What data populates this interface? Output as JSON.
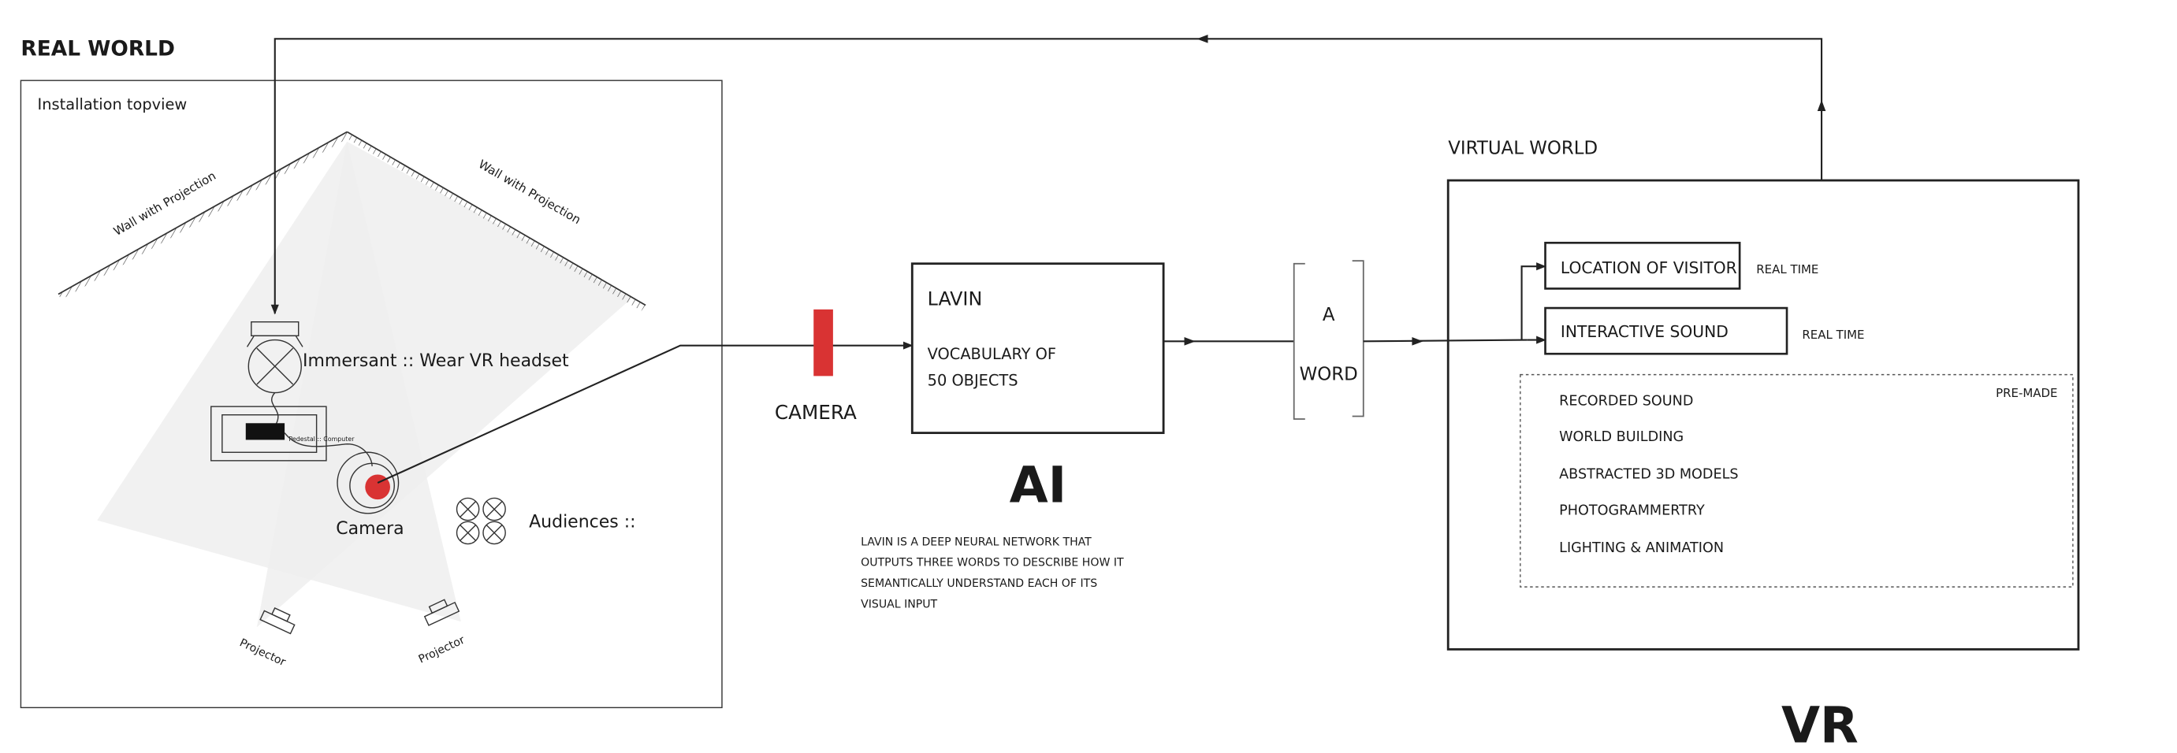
{
  "real_world": {
    "title": "REAL WORLD",
    "subtitle": "Installation topview",
    "wall_left": "Wall with Projection",
    "wall_right": "Wall with Projection",
    "immersant": "Immersant :: Wear VR headset",
    "pedestal": "Pedestal :: Computer",
    "camera": "Camera",
    "audiences": "Audiences ::",
    "projector_left": "Projector",
    "projector_right": "Projector"
  },
  "camera_label": "CAMERA",
  "ai": {
    "box_title": "LAVIN",
    "box_line1": "VOCABULARY OF",
    "box_line2": "50 OBJECTS",
    "heading": "AI",
    "description": [
      "LAVIN IS A DEEP NEURAL NETWORK THAT",
      "OUTPUTS THREE WORDS TO DESCRIBE HOW IT",
      "SEMANTICALLY UNDERSTAND EACH OF ITS",
      "VISUAL INPUT"
    ]
  },
  "word": {
    "line1": "A",
    "line2": "WORD"
  },
  "virtual_world": {
    "title": "VIRTUAL WORLD",
    "location": "LOCATION OF VISITOR",
    "location_tag": "REAL TIME",
    "sound": "INTERACTIVE SOUND",
    "sound_tag": "REAL TIME",
    "premade_label": "PRE-MADE",
    "premade_items": [
      "RECORDED SOUND",
      "WORLD BUILDING",
      "ABSTRACTED 3D MODELS",
      "PHOTOGRAMMERTRY",
      "LIGHTING & ANIMATION"
    ],
    "heading": "VR"
  },
  "colors": {
    "accent_red": "#d93333",
    "line": "#222222",
    "projection": "#efefef"
  }
}
